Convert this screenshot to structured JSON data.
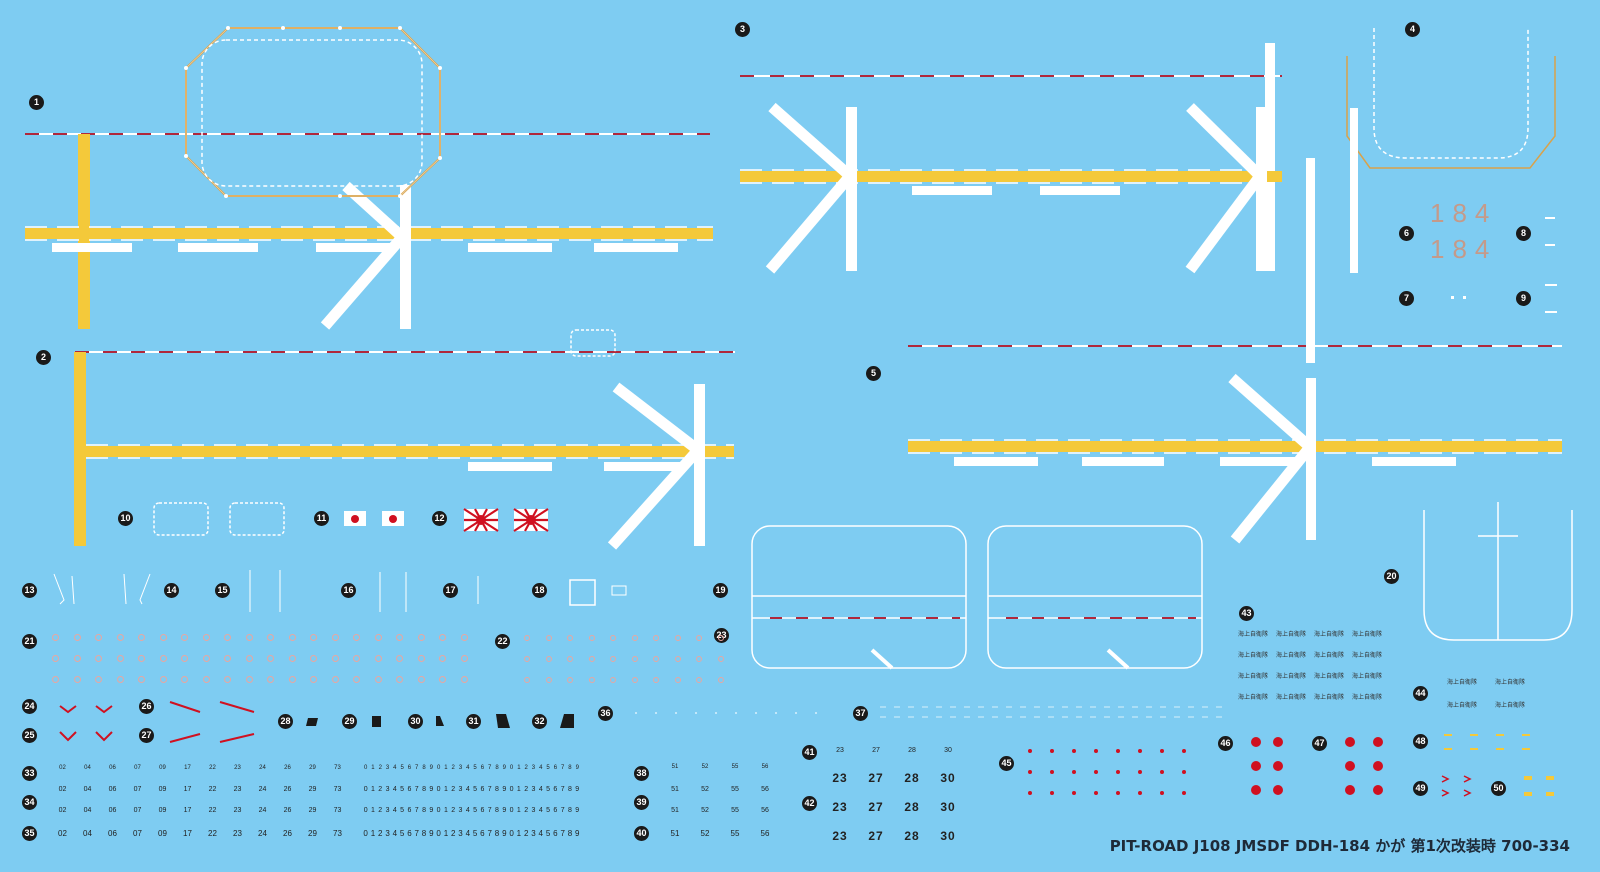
{
  "sheet_title": "PIT-ROAD J108 JMSDF DDH-184 かが 第1次改装時 700-334",
  "colors": {
    "background": "#7ECCF2",
    "deck_yellow": "#F4C93A",
    "deck_white": "#FFFFFF",
    "red_dash": "#B0283C",
    "outline_orange": "#D9A24A",
    "hull_number": "#C49A8A",
    "flag_red": "#D01020"
  },
  "decal_numbers": [
    "1",
    "2",
    "3",
    "4",
    "5",
    "6",
    "7",
    "8",
    "9",
    "10",
    "11",
    "12",
    "13",
    "14",
    "15",
    "16",
    "17",
    "18",
    "19",
    "20",
    "21",
    "22",
    "23",
    "24",
    "25",
    "26",
    "27",
    "28",
    "29",
    "30",
    "31",
    "32",
    "33",
    "34",
    "35",
    "36",
    "37",
    "38",
    "39",
    "40",
    "41",
    "42",
    "43",
    "44",
    "45",
    "46",
    "47",
    "48",
    "49",
    "50"
  ],
  "hull_number": "184",
  "aircraft_numbers_row": [
    "02",
    "04",
    "06",
    "07",
    "09",
    "17",
    "22",
    "23",
    "24",
    "26",
    "29",
    "73"
  ],
  "digits_row": [
    "0",
    "1",
    "2",
    "3",
    "4",
    "5",
    "6",
    "7",
    "8",
    "9",
    "0",
    "1",
    "2",
    "3",
    "4",
    "5",
    "6",
    "7",
    "8",
    "9",
    "0",
    "1",
    "2",
    "3",
    "4",
    "5",
    "6",
    "7",
    "8",
    "9"
  ],
  "small_numbers_row": [
    "51",
    "52",
    "55",
    "56"
  ],
  "deck_numbers_row": [
    "23",
    "27",
    "28",
    "30"
  ],
  "jp_text_43": "海上自衛隊",
  "jp_text_44": "海上自衛隊",
  "icons": [
    "hinomaru-flag-icon",
    "rising-sun-flag-icon"
  ]
}
